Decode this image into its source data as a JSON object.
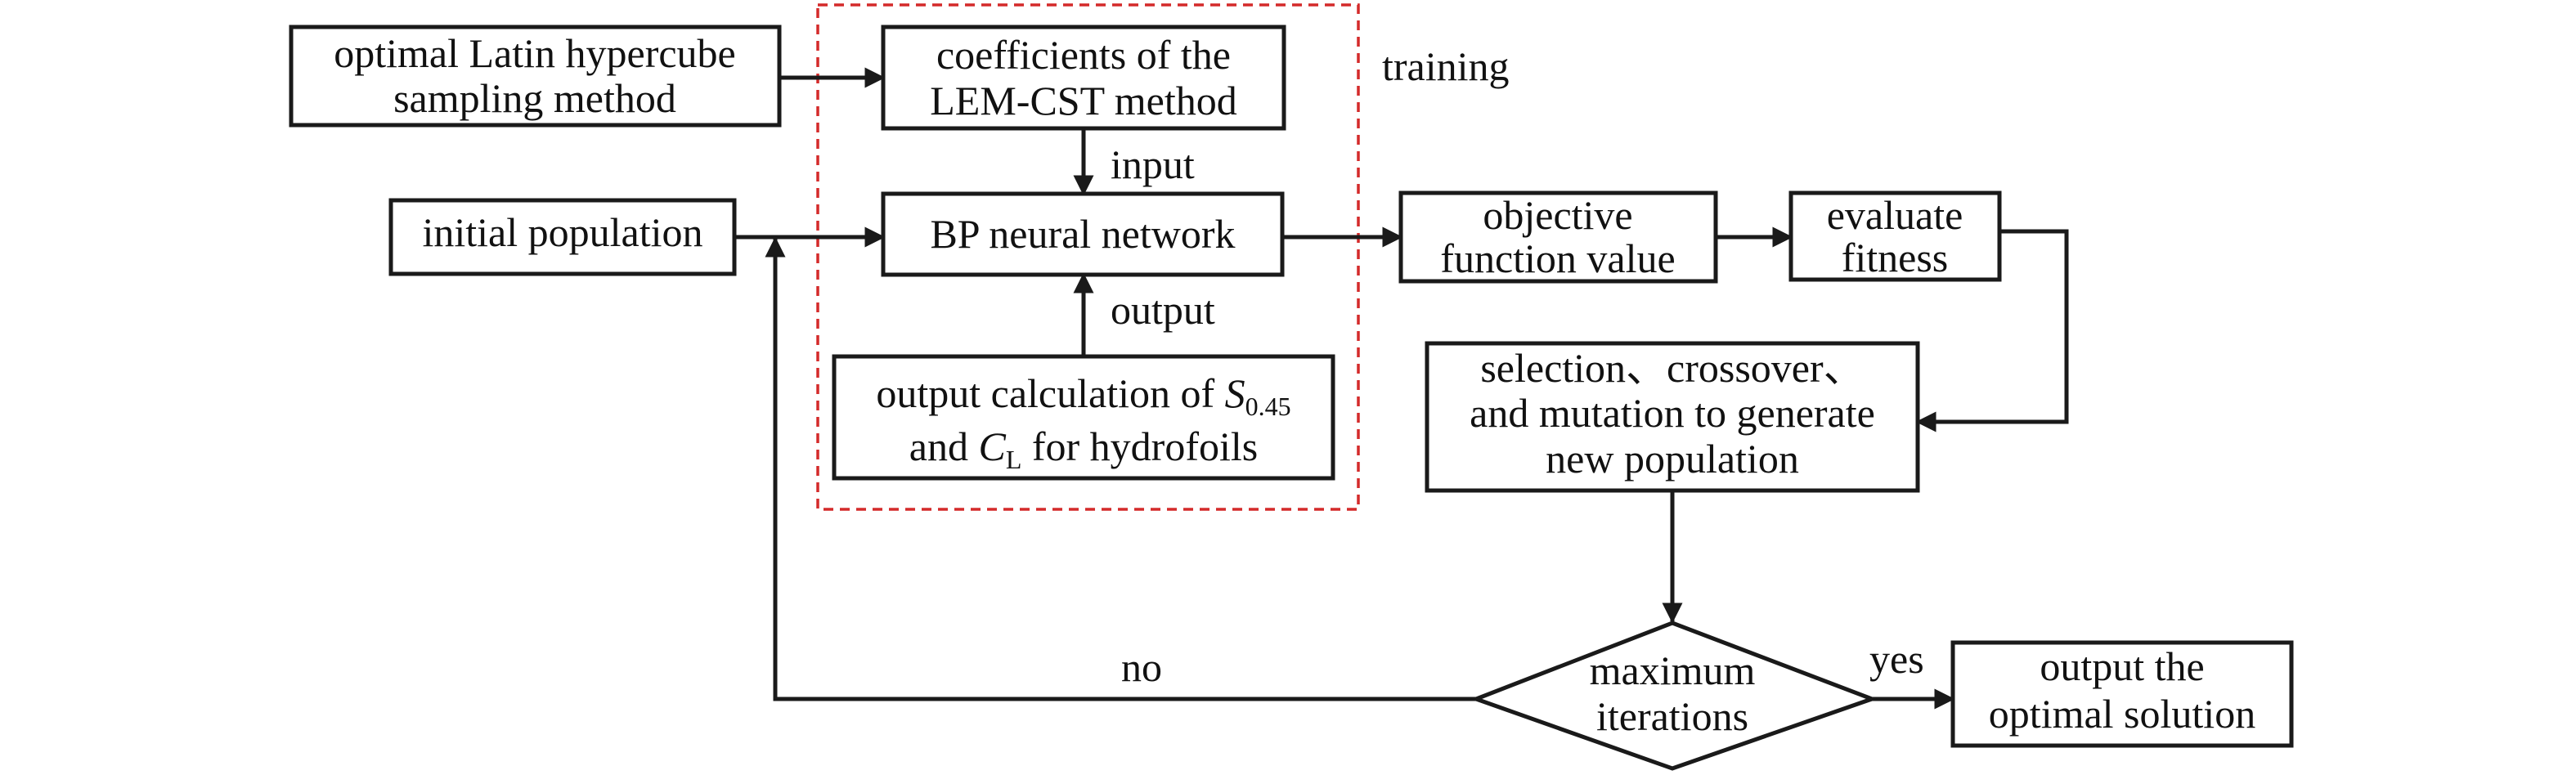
{
  "colors": {
    "line": "#1a1a1a",
    "training_frame": "#d42a2a",
    "background": "#ffffff"
  },
  "nodes": {
    "sampling": {
      "line1": "optimal Latin hypercube",
      "line2": "sampling method"
    },
    "coefficients": {
      "line1": "coefficients of the",
      "line2": "LEM-CST method"
    },
    "initial_population": {
      "label": "initial population"
    },
    "bp_network": {
      "label": "BP neural network"
    },
    "output_calc": {
      "line1_prefix": "output calculation of ",
      "s_symbol": "S",
      "s_subscript": "0.45",
      "line2_prefix": "and ",
      "c_symbol": "C",
      "c_subscript": "L",
      "line2_suffix": " for hydrofoils"
    },
    "objective": {
      "line1": "objective",
      "line2": "function value"
    },
    "fitness": {
      "line1": "evaluate",
      "line2": "fitness"
    },
    "selection": {
      "line1": "selection、crossover、",
      "line2": "and mutation to generate",
      "line3": "new population"
    },
    "decision": {
      "line1": "maximum",
      "line2": "iterations"
    },
    "output_solution": {
      "line1": "output the",
      "line2": "optimal solution"
    }
  },
  "edge_labels": {
    "training": "training",
    "input": "input",
    "output": "output",
    "no": "no",
    "yes": "yes"
  }
}
